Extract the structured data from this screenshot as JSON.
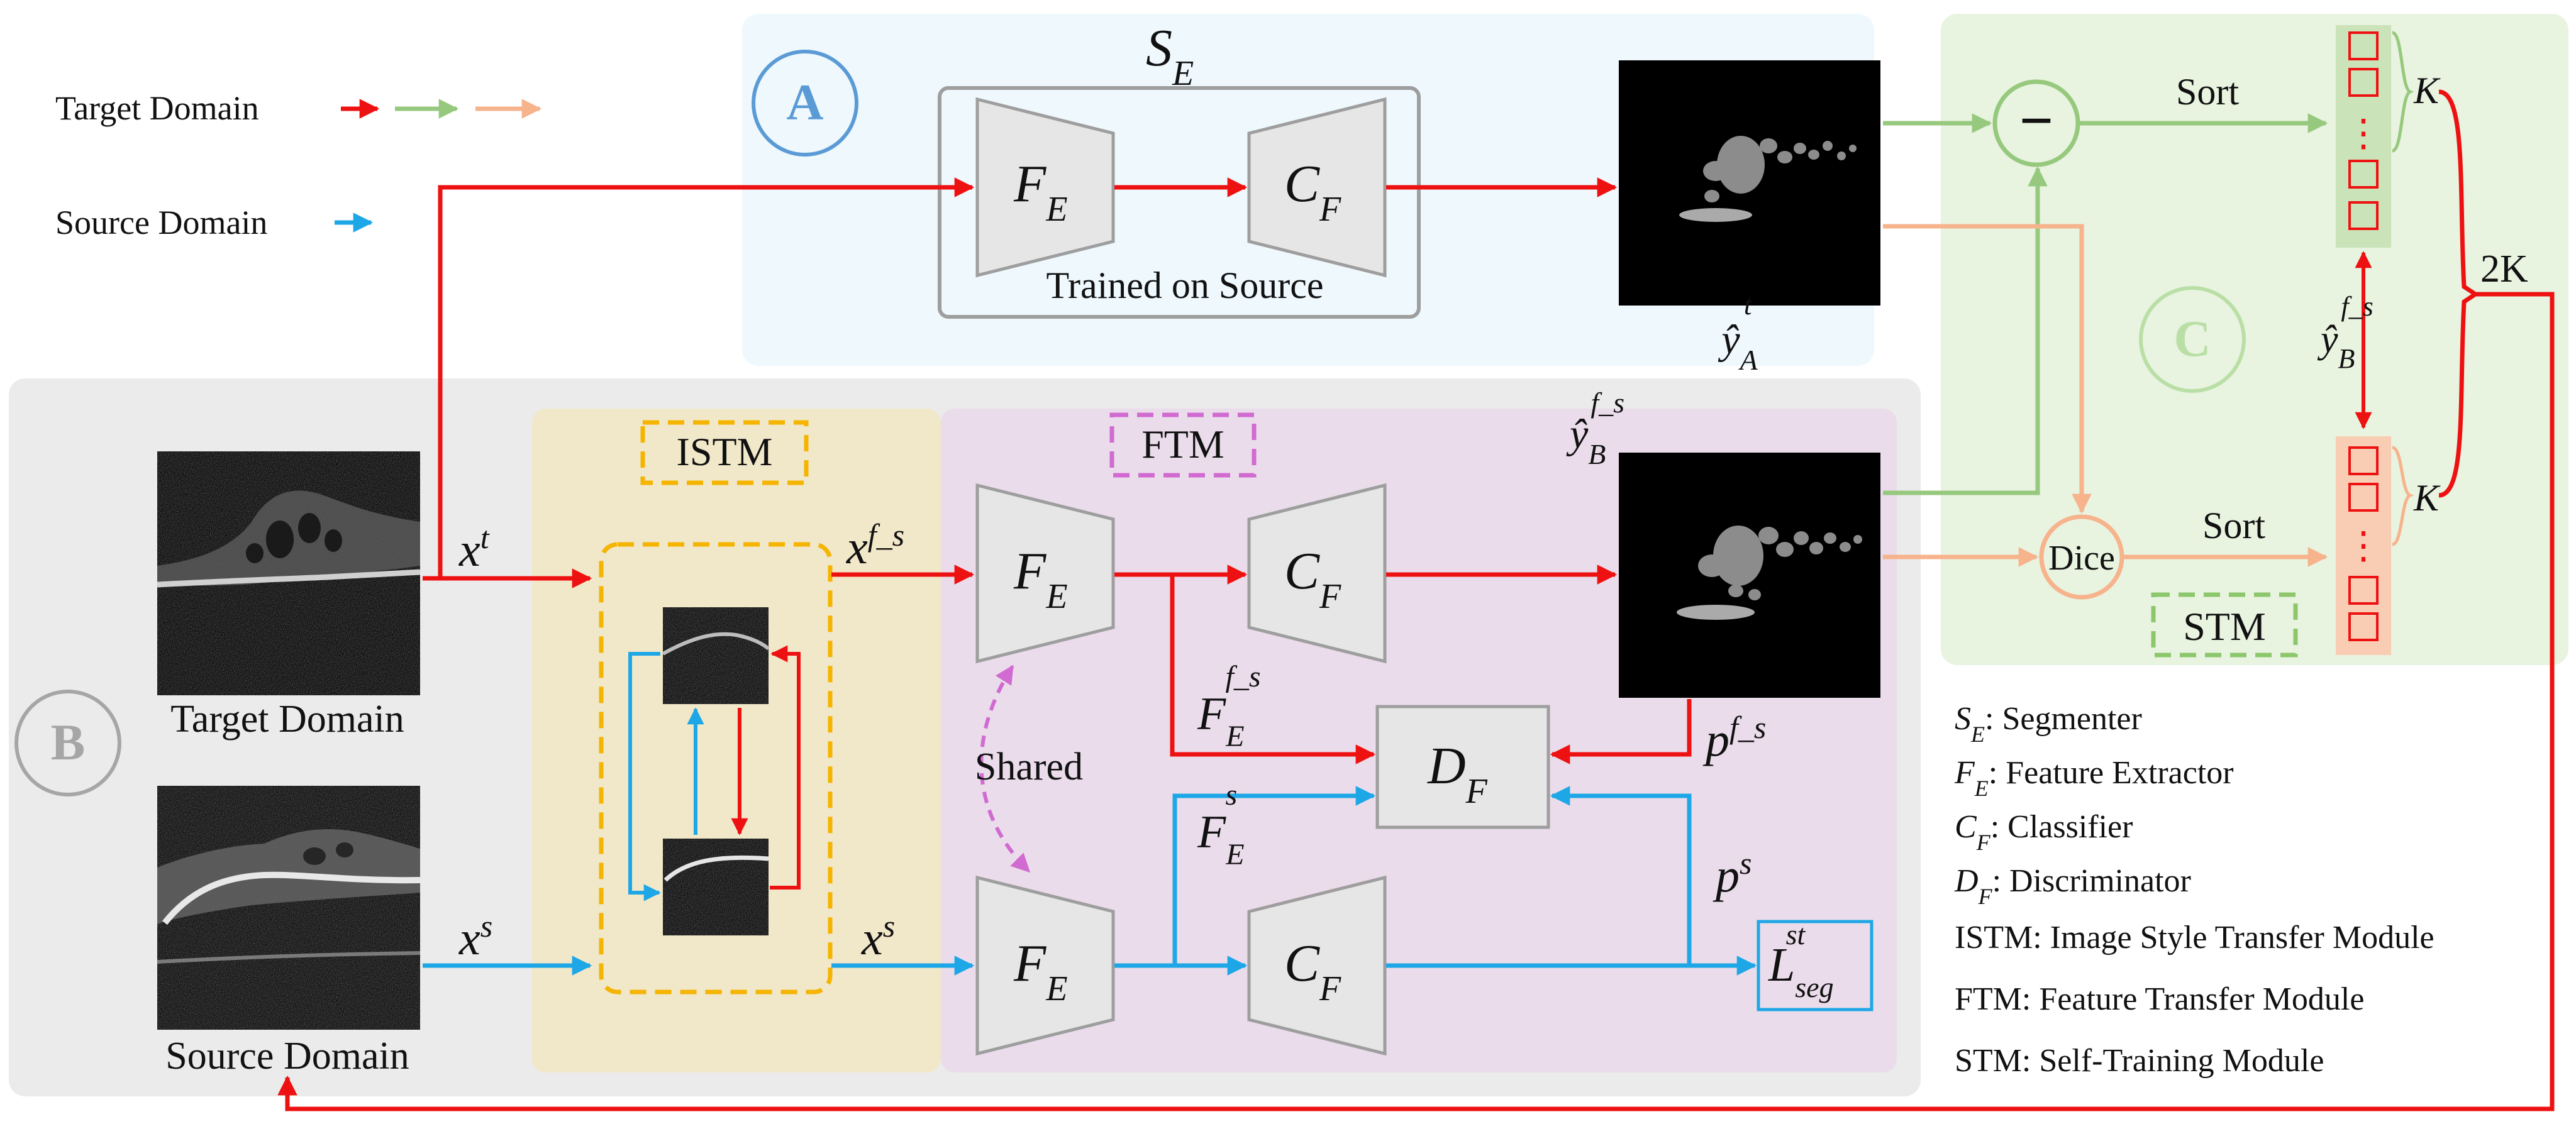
{
  "legend": {
    "target_label": "Target  Domain",
    "source_label": "Source Domain"
  },
  "colors": {
    "target_red": "#ee1111",
    "target_green": "#96c97d",
    "target_orange": "#f6b38c",
    "source_blue": "#1ea7e6",
    "panel_a_bg": "#eef8fd",
    "panel_b_bg": "#ebebeb",
    "panel_c_bg": "#e8f3e0",
    "istm_bg": "#f1e7c9",
    "ftm_bg": "#eadcea",
    "block_fill": "#e6e6e6",
    "istm_border": "#f5b400",
    "ftm_border": "#d16ad1",
    "stm_border": "#8cc76b"
  },
  "panel_a": {
    "badge": "A",
    "segmenter_title": {
      "main": "S",
      "sub": "E"
    },
    "caption": "Trained on Source",
    "output_label": {
      "main": "ŷ",
      "sup": "t",
      "sub": "A"
    }
  },
  "panel_b": {
    "badge": "B",
    "target_image_caption": "Target Domain",
    "source_image_caption": "Source Domain",
    "istm_label": "ISTM",
    "ftm_label": "FTM",
    "shared_label": "Shared",
    "xt": {
      "main": "x",
      "sup": "t"
    },
    "xfs": {
      "main": "x",
      "sup": "f_s"
    },
    "xs_in": {
      "main": "x",
      "sup": "s"
    },
    "xs_out": {
      "main": "x",
      "sup": "s"
    },
    "ffs": {
      "main": "F",
      "sub": "E",
      "sup": "f_s"
    },
    "fs": {
      "main": "F",
      "sub": "E",
      "sup": "s"
    },
    "pfs": {
      "main": "p",
      "sup": "f_s"
    },
    "ps": {
      "main": "p",
      "sup": "s"
    },
    "yb_top": {
      "main": "ŷ",
      "sub": "B",
      "sup": "f_s"
    },
    "loss": {
      "main": "L",
      "sub": "seg",
      "sup": "st"
    }
  },
  "blocks": {
    "fe": {
      "main": "F",
      "sub": "E"
    },
    "cf": {
      "main": "C",
      "sub": "F"
    },
    "df": {
      "main": "D",
      "sub": "F"
    }
  },
  "panel_c": {
    "badge": "C",
    "minus": "−",
    "sort_top": "Sort",
    "sort_bottom": "Sort",
    "dice": "Dice",
    "stm_label": "STM",
    "k_top": "K",
    "k_bottom": "K",
    "two_k": "2K",
    "dots": "⋮",
    "yb_mid": {
      "main": "ŷ",
      "sub": "B",
      "sup": "f_s"
    }
  },
  "glossary": [
    {
      "main": "S",
      "sub": "E",
      "text": ": Segmenter"
    },
    {
      "main": "F",
      "sub": "E",
      "text": ": Feature  Extractor"
    },
    {
      "main": "C",
      "sub": "F",
      "text": ": Classifier"
    },
    {
      "main": "D",
      "sub": "F",
      "text": ": Discriminator"
    },
    {
      "main": "",
      "sub": "",
      "text": "ISTM: Image Style Transfer Module"
    },
    {
      "main": "",
      "sub": "",
      "text": "FTM: Feature Transfer Module"
    },
    {
      "main": "",
      "sub": "",
      "text": "STM: Self-Training Module"
    }
  ]
}
